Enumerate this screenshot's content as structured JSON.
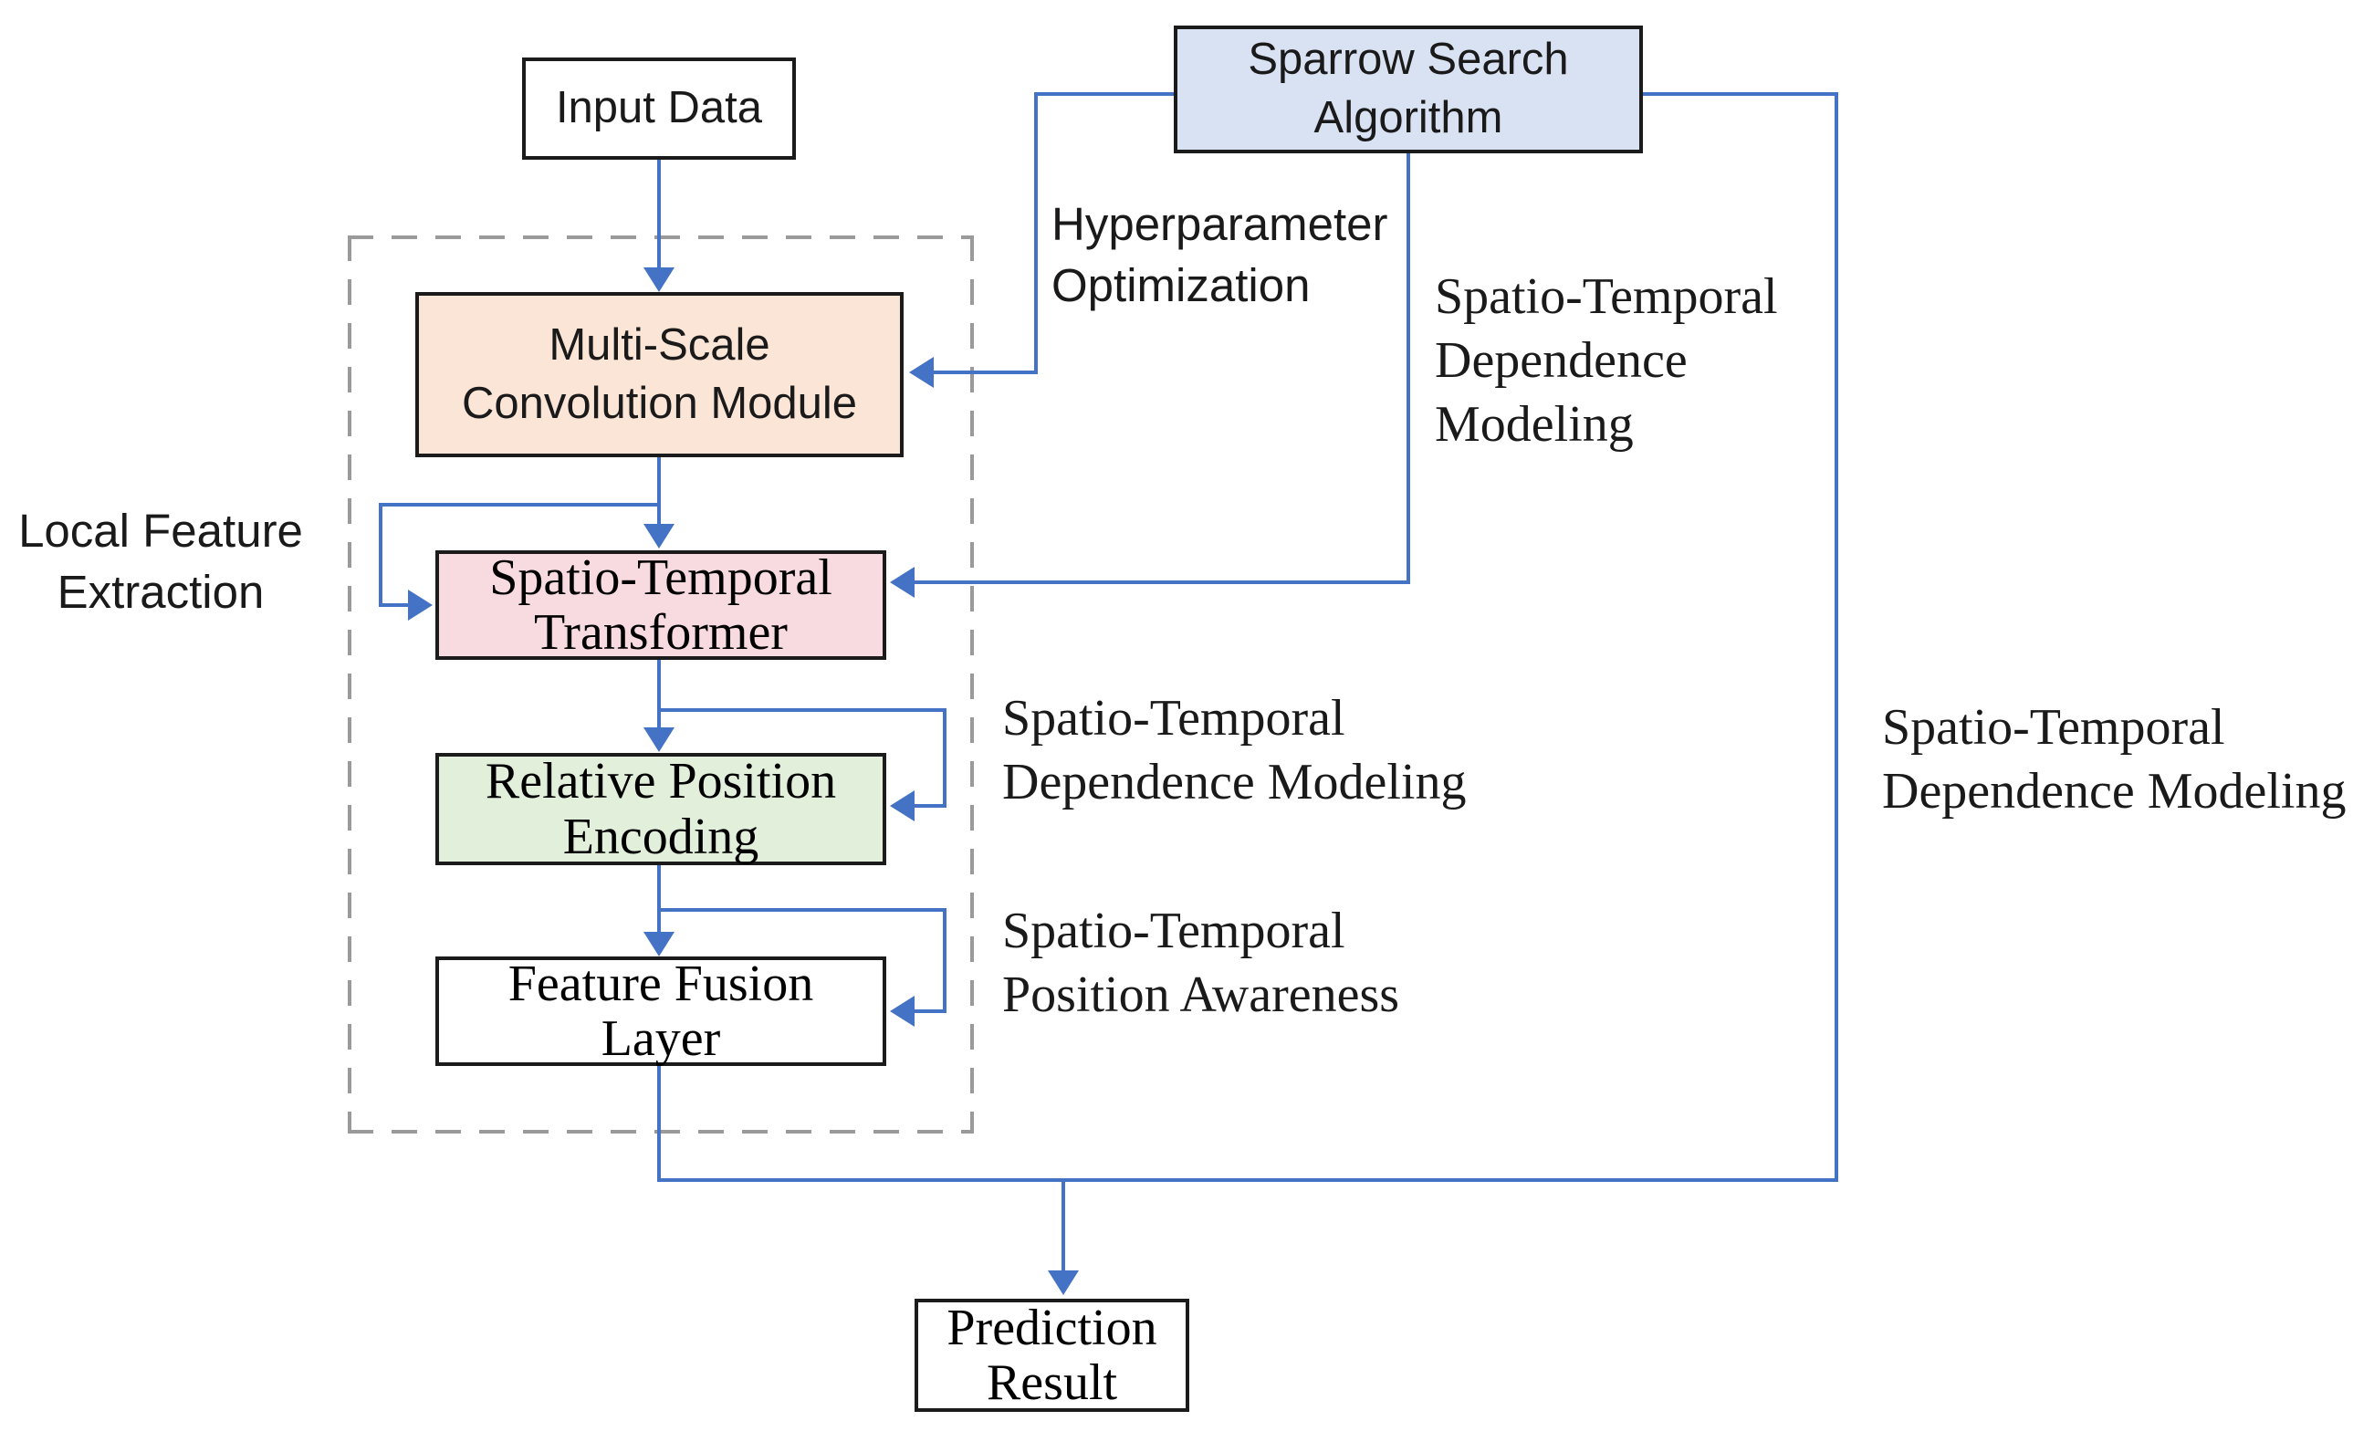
{
  "diagram": {
    "boxes": {
      "input_data": {
        "lines": [
          "Input Data"
        ]
      },
      "sparrow_search": {
        "lines": [
          "Sparrow Search",
          "Algorithm"
        ]
      },
      "multi_scale": {
        "lines": [
          "Multi-Scale",
          "Convolution Module"
        ]
      },
      "transformer": {
        "lines": [
          "Spatio-Temporal",
          "Transformer"
        ]
      },
      "relative_position": {
        "lines": [
          "Relative Position",
          "Encoding"
        ]
      },
      "feature_fusion": {
        "lines": [
          "Feature Fusion",
          "Layer"
        ]
      },
      "prediction": {
        "lines": [
          "Prediction",
          "Result"
        ]
      }
    },
    "labels": {
      "local_feature": {
        "lines": [
          "Local Feature",
          "Extraction"
        ]
      },
      "hyperparameter": {
        "lines": [
          "Hyperparameter",
          "Optimization"
        ]
      },
      "stdm_top": {
        "lines": [
          "Spatio-Temporal",
          "Dependence",
          "Modeling"
        ]
      },
      "stdm_mid": {
        "lines": [
          "Spatio-Temporal",
          "Dependence Modeling"
        ]
      },
      "stpa": {
        "lines": [
          "Spatio-Temporal",
          "Position Awareness"
        ]
      },
      "stdm_right": {
        "lines": [
          "Spatio-Temporal",
          "Dependence Modeling"
        ]
      }
    },
    "colors": {
      "arrow": "#4472C4",
      "box_border": "#1B1B1B",
      "dashed_border": "#9A9A9A",
      "sparrow_fill": "#D9E2F3",
      "multi_scale_fill": "#FBE5D6",
      "transformer_fill": "#F8DBE0",
      "relative_position_fill": "#E2EFDA",
      "white_fill": "#FFFFFF"
    }
  }
}
